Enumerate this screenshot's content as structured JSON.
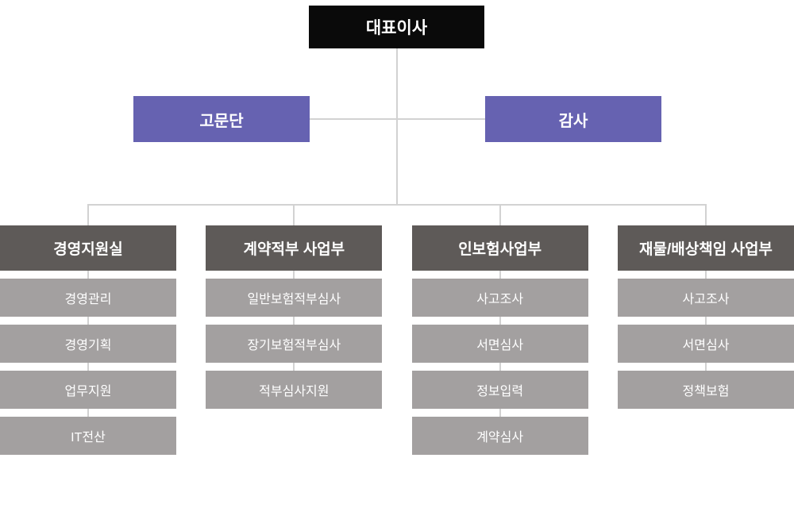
{
  "org_chart": {
    "root": {
      "label": "대표이사"
    },
    "level2": {
      "advisory": {
        "label": "고문단"
      },
      "audit": {
        "label": "감사"
      }
    },
    "columns": [
      {
        "header": "경영지원실",
        "items": [
          "경영관리",
          "경영기획",
          "업무지원",
          "IT전산"
        ]
      },
      {
        "header": "계약적부 사업부",
        "items": [
          "일반보험적부심사",
          "장기보험적부심사",
          "적부심사지원"
        ]
      },
      {
        "header": "인보험사업부",
        "items": [
          "사고조사",
          "서면심사",
          "정보입력",
          "계약심사"
        ]
      },
      {
        "header": "재물/배상책임 사업부",
        "items": [
          "사고조사",
          "서면심사",
          "정책보험"
        ]
      }
    ],
    "colors": {
      "root_bg": "#0a0a0a",
      "level2_bg": "#6662b1",
      "header_bg": "#5e5a58",
      "item_bg": "#a3a0a0",
      "connector_line": "#d2d2d2",
      "text": "#ffffff",
      "background": "#ffffff"
    }
  }
}
